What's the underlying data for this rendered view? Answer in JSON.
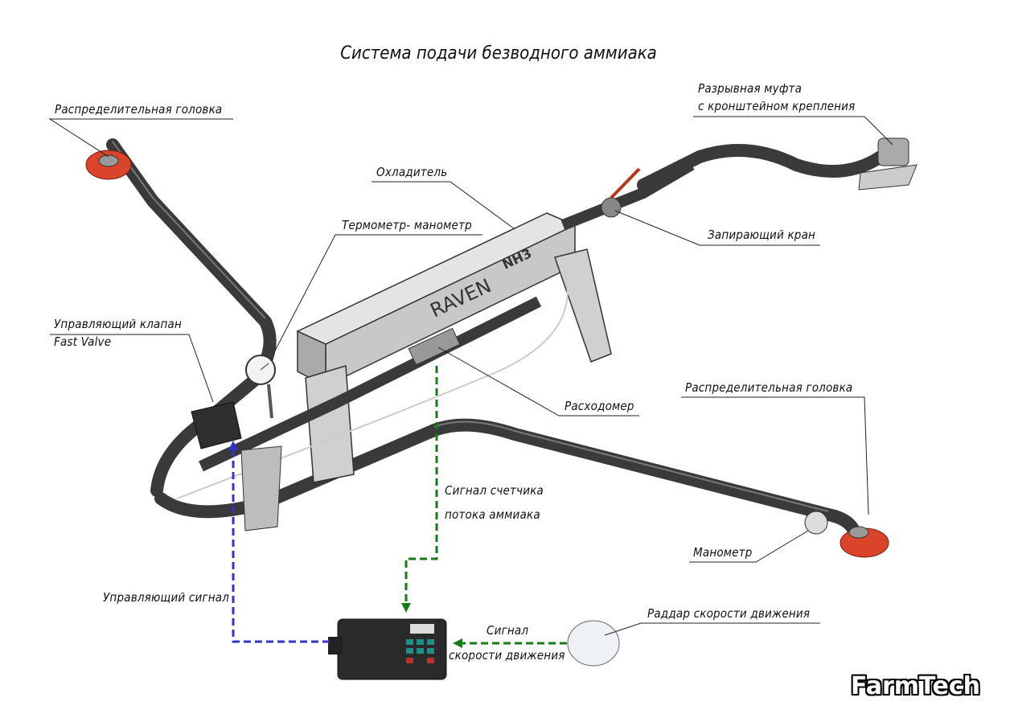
{
  "title": "Система подачи безводного аммиака",
  "labels": {
    "dist_head_left": "Распределительная головка",
    "breakaway_1": "Разрывная муфта",
    "breakaway_2": "с кронштейном крепления",
    "cooler": "Охладитель",
    "thermo_gauge": "Термометр- манометр",
    "shutoff_valve": "Запирающий кран",
    "control_valve_1": "Управляющий клапан",
    "control_valve_2": "Fast Valve",
    "flowmeter": "Расходомер",
    "dist_head_right": "Распределительная головка",
    "flow_signal_1": "Сигнал счетчика",
    "flow_signal_2": "потока аммиака",
    "gauge": "Манометр",
    "control_signal": "Управляющий сигнал",
    "speed_signal_1": "Сигнал",
    "speed_signal_2": "скорости движения",
    "radar": "Раддар скорости движения"
  },
  "cooler_marks": {
    "brand": "RAVEN",
    "chem": "NH3"
  },
  "watermark": "FarmTech",
  "colors": {
    "control_signal": "#3333cc",
    "flow_signal": "#1a7a1a",
    "speed_signal": "#1a7a1a",
    "hose": "#3a3a3a",
    "dist_head": "#d9442b"
  }
}
